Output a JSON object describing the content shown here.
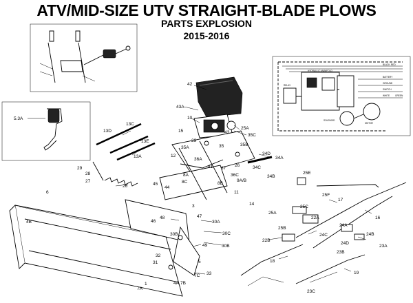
{
  "title": {
    "line1": "ATV/MID-SIZE  UTV STRAIGHT-BLADE PLOWS",
    "line2": "PARTS EXPLOSION",
    "line3": "2015-2016"
  },
  "callouts": {
    "p42": "42",
    "p43a": "43A",
    "p10": "10",
    "p25a_top": "25A",
    "p43": "43",
    "p35c": "35C",
    "p35b": "35B",
    "p35": "35",
    "p13d": "13D",
    "p13c": "13C",
    "p13e": "13E",
    "p13a": "13A",
    "p15": "15",
    "p35a": "35A",
    "p29_top": "29",
    "p12": "12",
    "p34a": "34A",
    "p34b": "34B",
    "p34c": "34C",
    "p34d": "34D",
    "p36a": "36A",
    "p37": "37",
    "p26": "26",
    "p36c": "36C",
    "p9ab": "9A/B",
    "p41": "41",
    "p8a": "8A",
    "p8c": "8C",
    "p8b": "8B",
    "p11": "11",
    "p29_l": "29",
    "p28": "28",
    "p27": "27",
    "p45": "45",
    "p44": "44",
    "p3": "3",
    "p14": "14",
    "p6": "6",
    "p4b": "4B",
    "p48": "48",
    "p47": "47",
    "p30a": "30A",
    "p46": "46",
    "p30b": "30B",
    "p30c": "30C",
    "p49": "49",
    "p32": "32",
    "p31": "31",
    "p5": "5",
    "p1": "1",
    "p4a": "4A",
    "p7a": "7A",
    "p7b": "7B",
    "p7c": "7C",
    "p33": "33",
    "p53a": "5.3A",
    "p25e": "25E",
    "p25f": "25F",
    "p25c": "25C",
    "p25a": "25A",
    "p25b": "25B",
    "p22a": "22A",
    "p22b": "22B",
    "p17": "17",
    "p16": "16",
    "p24a": "24A",
    "p24c": "24C",
    "p24b": "24B",
    "p23a": "23A",
    "p24d": "24D",
    "p23b": "23B",
    "p18": "18",
    "p19": "19",
    "p23c": "23C"
  },
  "wiring_labels": {
    "hydraulic_manifold": "HYDRAULIC MANIFOLD",
    "relay": "RELAY",
    "solenoid": "SOLENOID",
    "motor": "MOTOR",
    "battery": "BATTERY",
    "ground": "GROUND",
    "switch": "SWITCH",
    "black": "BLACK",
    "red": "RED",
    "white": "WHITE",
    "green": "GREEN"
  },
  "colors": {
    "ink": "#000000",
    "paper": "#ffffff"
  }
}
